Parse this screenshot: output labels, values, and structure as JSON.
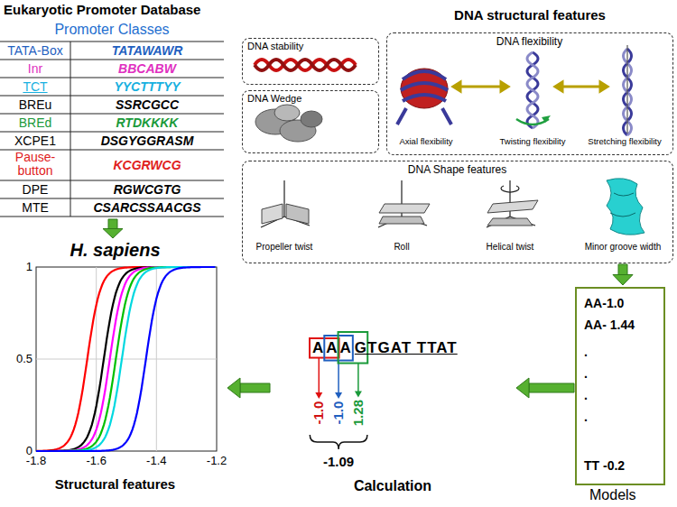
{
  "diagram": {
    "nodes": [
      {
        "text": [
          "Eukaryotic Promoter Database",
          "Promoter Classes"
        ]
      },
      {
        "text": [
          "DNA stability"
        ]
      },
      {
        "text": [
          "DNA Wedge"
        ]
      },
      {
        "text": [
          "DNA flexibility"
        ]
      },
      {
        "text": [
          "DNA Shape features"
        ]
      },
      {
        "text": [
          "H. sapiens",
          "Structural features"
        ]
      },
      {
        "text": [
          "Calculation"
        ]
      },
      {
        "text": [
          "AA-1.0",
          "AA- 1.44",
          ".",
          ".",
          ".",
          ".",
          "TT -0.2",
          "Models"
        ]
      }
    ],
    "edges": [
      {
        "from": 0,
        "to": 5,
        "arrow": "to"
      },
      {
        "from": 4,
        "to": 7,
        "arrow": "to"
      },
      {
        "from": 7,
        "to": 6,
        "arrow": "to"
      },
      {
        "from": 6,
        "to": 5,
        "arrow": "to"
      }
    ],
    "labels": [
      "DNA structural features",
      "TATA-Box",
      "TATAWAWR",
      "Inr",
      "BBCABW",
      "TCT",
      "YYCTTTYY",
      "BREu",
      "SSRCGCC",
      "BREd",
      "RTDKKKK",
      "XCPE1",
      "DSGYGGRASM",
      "Pause- button",
      "KCGRWCG",
      "DPE",
      "RGWCGTG",
      "MTE",
      "CSARCSSAACGS",
      "Axial flexibility",
      "Twisting flexibility",
      "Stretching flexibility",
      "Propeller twist",
      "Roll",
      "Helical twist",
      "Minor groove width",
      "1",
      "0.5",
      "0",
      "-1.8",
      "-1.6",
      "-1.4",
      "-1.2",
      "AAA",
      "GTGAT TTAT",
      "-1.0",
      "-1.0",
      "1.28",
      "-1.09"
    ]
  }
}
